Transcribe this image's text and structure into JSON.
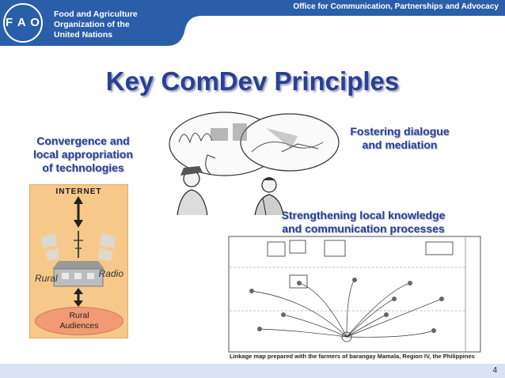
{
  "header": {
    "org_lines": [
      "Food and Agriculture",
      "Organization of the",
      "United Nations"
    ],
    "office": "Office for Communication, Partnerships and Advocacy",
    "logo_text": "F A O",
    "brand_color": "#2a5ea9"
  },
  "slide": {
    "title": "Key ComDev Principles",
    "page_number": "4"
  },
  "principles": {
    "convergence": [
      "Convergence and",
      "local appropriation",
      "of technologies"
    ],
    "dialogue": [
      "Fostering dialogue",
      "and mediation"
    ],
    "knowledge": [
      "Strengthening local knowledge",
      "and communication processes"
    ]
  },
  "internet_diagram": {
    "top_label": "INTERNET",
    "left_word": "Rural",
    "right_word": "Radio",
    "audience": [
      "Rural",
      "Audiences"
    ]
  },
  "linkage_map": {
    "caption": "Linkage map prepared with the farmers of barangay Mamala, Region IV, the Philippines"
  },
  "colors": {
    "title": "#2b3f96",
    "header_band": "#2a5ea9",
    "footer_band": "#d9e3f2",
    "panel": "#f6c98a",
    "audience": "#f29a73"
  }
}
